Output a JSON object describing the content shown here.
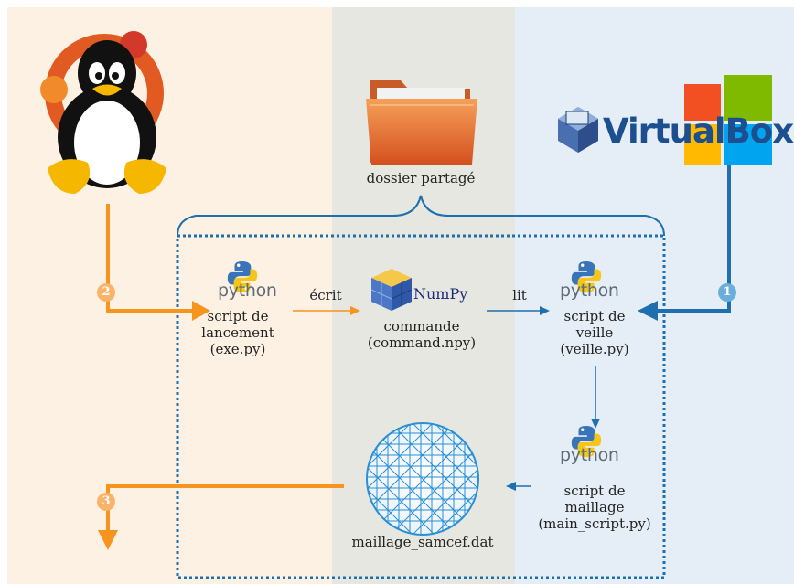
{
  "labels": {
    "shared_folder": "dossier partagé",
    "launch_script": "script de\nlancement\n(exe.py)",
    "command_file": "commande\n(command.npy)",
    "watch_script": "script de\nveille\n(veille.py)",
    "meshing_script": "script de\nmaillage\n(main_script.py)",
    "mesh_file": "maillage_samcef.dat",
    "writes": "écrit",
    "reads": "lit"
  },
  "logos": {
    "python": "python",
    "numpy": "NumPy",
    "virtualbox": "VirtualBox"
  },
  "badges": [
    "1",
    "2",
    "3"
  ],
  "colors": {
    "linux_band": "#fdf1e4",
    "shared_band": "#e6e7e1",
    "windows_band": "#e5eef6",
    "orange": "#f7941d",
    "blue": "#1d6fae",
    "badge_orange": "#fbb36a",
    "badge_blue": "#6aaedc"
  },
  "icons": [
    "ubuntu-tux-icon",
    "folder-icon",
    "virtualbox-windows-icon",
    "python-icon",
    "numpy-icon",
    "mesh-disk-icon"
  ]
}
